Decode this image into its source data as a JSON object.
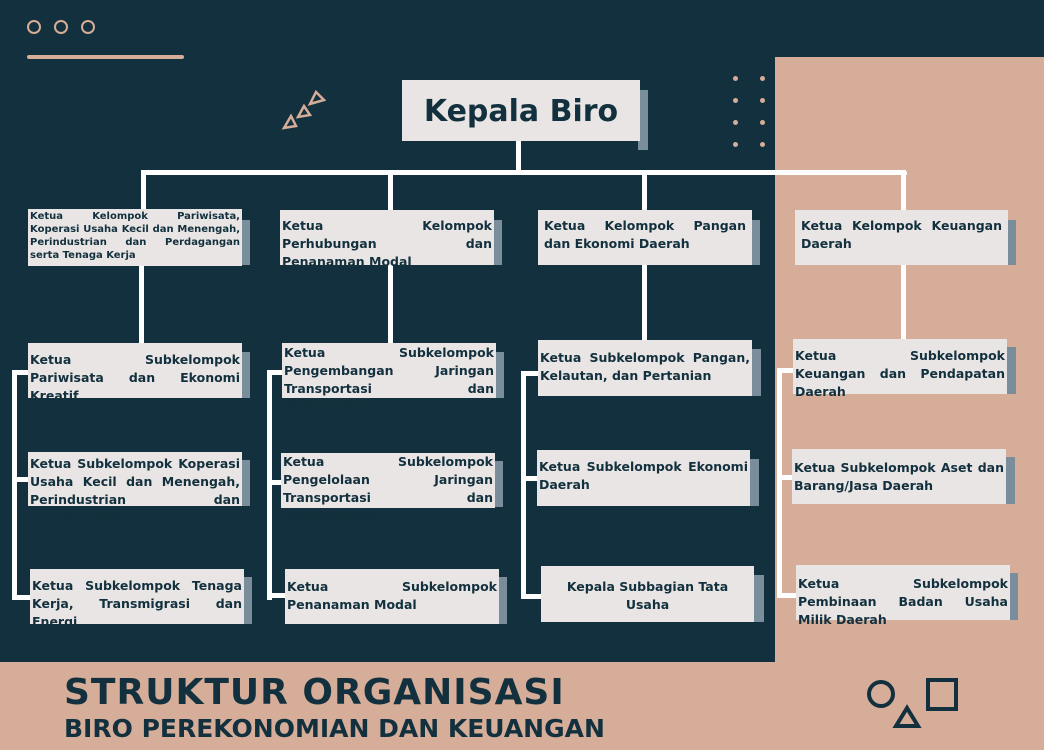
{
  "head": "Kepala Biro",
  "groups": [
    {
      "leader": "Ketua Kelompok Pariwisata, Koperasi Usaha Kecil dan Menengah, Perindustrian dan Perdagangan serta Tenaga Kerja",
      "subs": [
        "Ketua Subkelompok Pariwisata dan Ekonomi Kreatif",
        "Ketua Subkelompok Koperasi Usaha Kecil dan Menengah, Perindustrian dan Perdagangan",
        "Ketua Subkelompok Tenaga Kerja, Transmigrasi dan Energi"
      ]
    },
    {
      "leader": "Ketua Kelompok Perhubungan dan Penanaman Modal",
      "subs": [
        "Ketua Subkelompok Pengembangan Jaringan Transportasi dan Perhubungan",
        "Ketua Subkelompok Pengelolaan Jaringan Transportasi dan Perhubungan",
        "Ketua Subkelompok Penanaman Modal"
      ]
    },
    {
      "leader": "Ketua Kelompok Pangan dan Ekonomi Daerah",
      "subs": [
        "Ketua Subkelompok Pangan, Kelautan, dan Pertanian",
        "Ketua Subkelompok Ekonomi Daerah",
        "Kepala Subbagian Tata Usaha"
      ]
    },
    {
      "leader": "Ketua Kelompok Keuangan Daerah",
      "subs": [
        "Ketua Subkelompok Keuangan dan Pendapatan Daerah",
        "Ketua Subkelompok Aset dan Barang/Jasa Daerah",
        "Ketua Subkelompok Pembinaan Badan Usaha Milik Daerah"
      ]
    }
  ],
  "title": "STRUKTUR ORGANISASI",
  "subtitle": "BIRO PEREKONOMIAN DAN KEUANGAN",
  "colors": {
    "dark": "#12303d",
    "peach": "#d6ad98",
    "box": "#e9e5e4",
    "shadow": "#7a8d9b"
  }
}
